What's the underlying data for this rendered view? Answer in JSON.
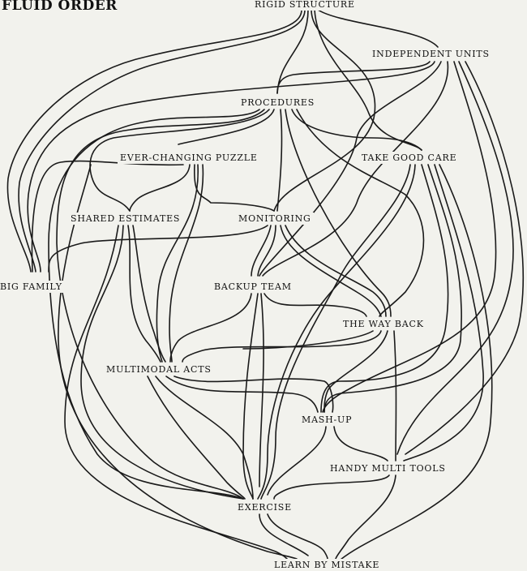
{
  "title": "FLUID ORDER",
  "nodes": {
    "rigid_structure": "RIGID STRUCTURE",
    "independent_units": "INDEPENDENT UNITS",
    "procedures": "PROCEDURES",
    "ever_changing_puzzle": "EVER-CHANGING PUZZLE",
    "take_good_care": "TAKE GOOD CARE",
    "shared_estimates": "SHARED ESTIMATES",
    "monitoring": "MONITORING",
    "big_family": "BIG FAMILY",
    "backup_team": "BACKUP TEAM",
    "the_way_back": "THE WAY BACK",
    "multimodal_acts": "MULTIMODAL ACTS",
    "mash_up": "MASH-UP",
    "handy_multi_tools": "HANDY MULTI TOOLS",
    "exercise": "EXERCISE",
    "learn_by_mistake": "LEARN BY MISTAKE"
  },
  "colors": {
    "background": "#f2f2ed",
    "ink": "#1a1a1a"
  }
}
